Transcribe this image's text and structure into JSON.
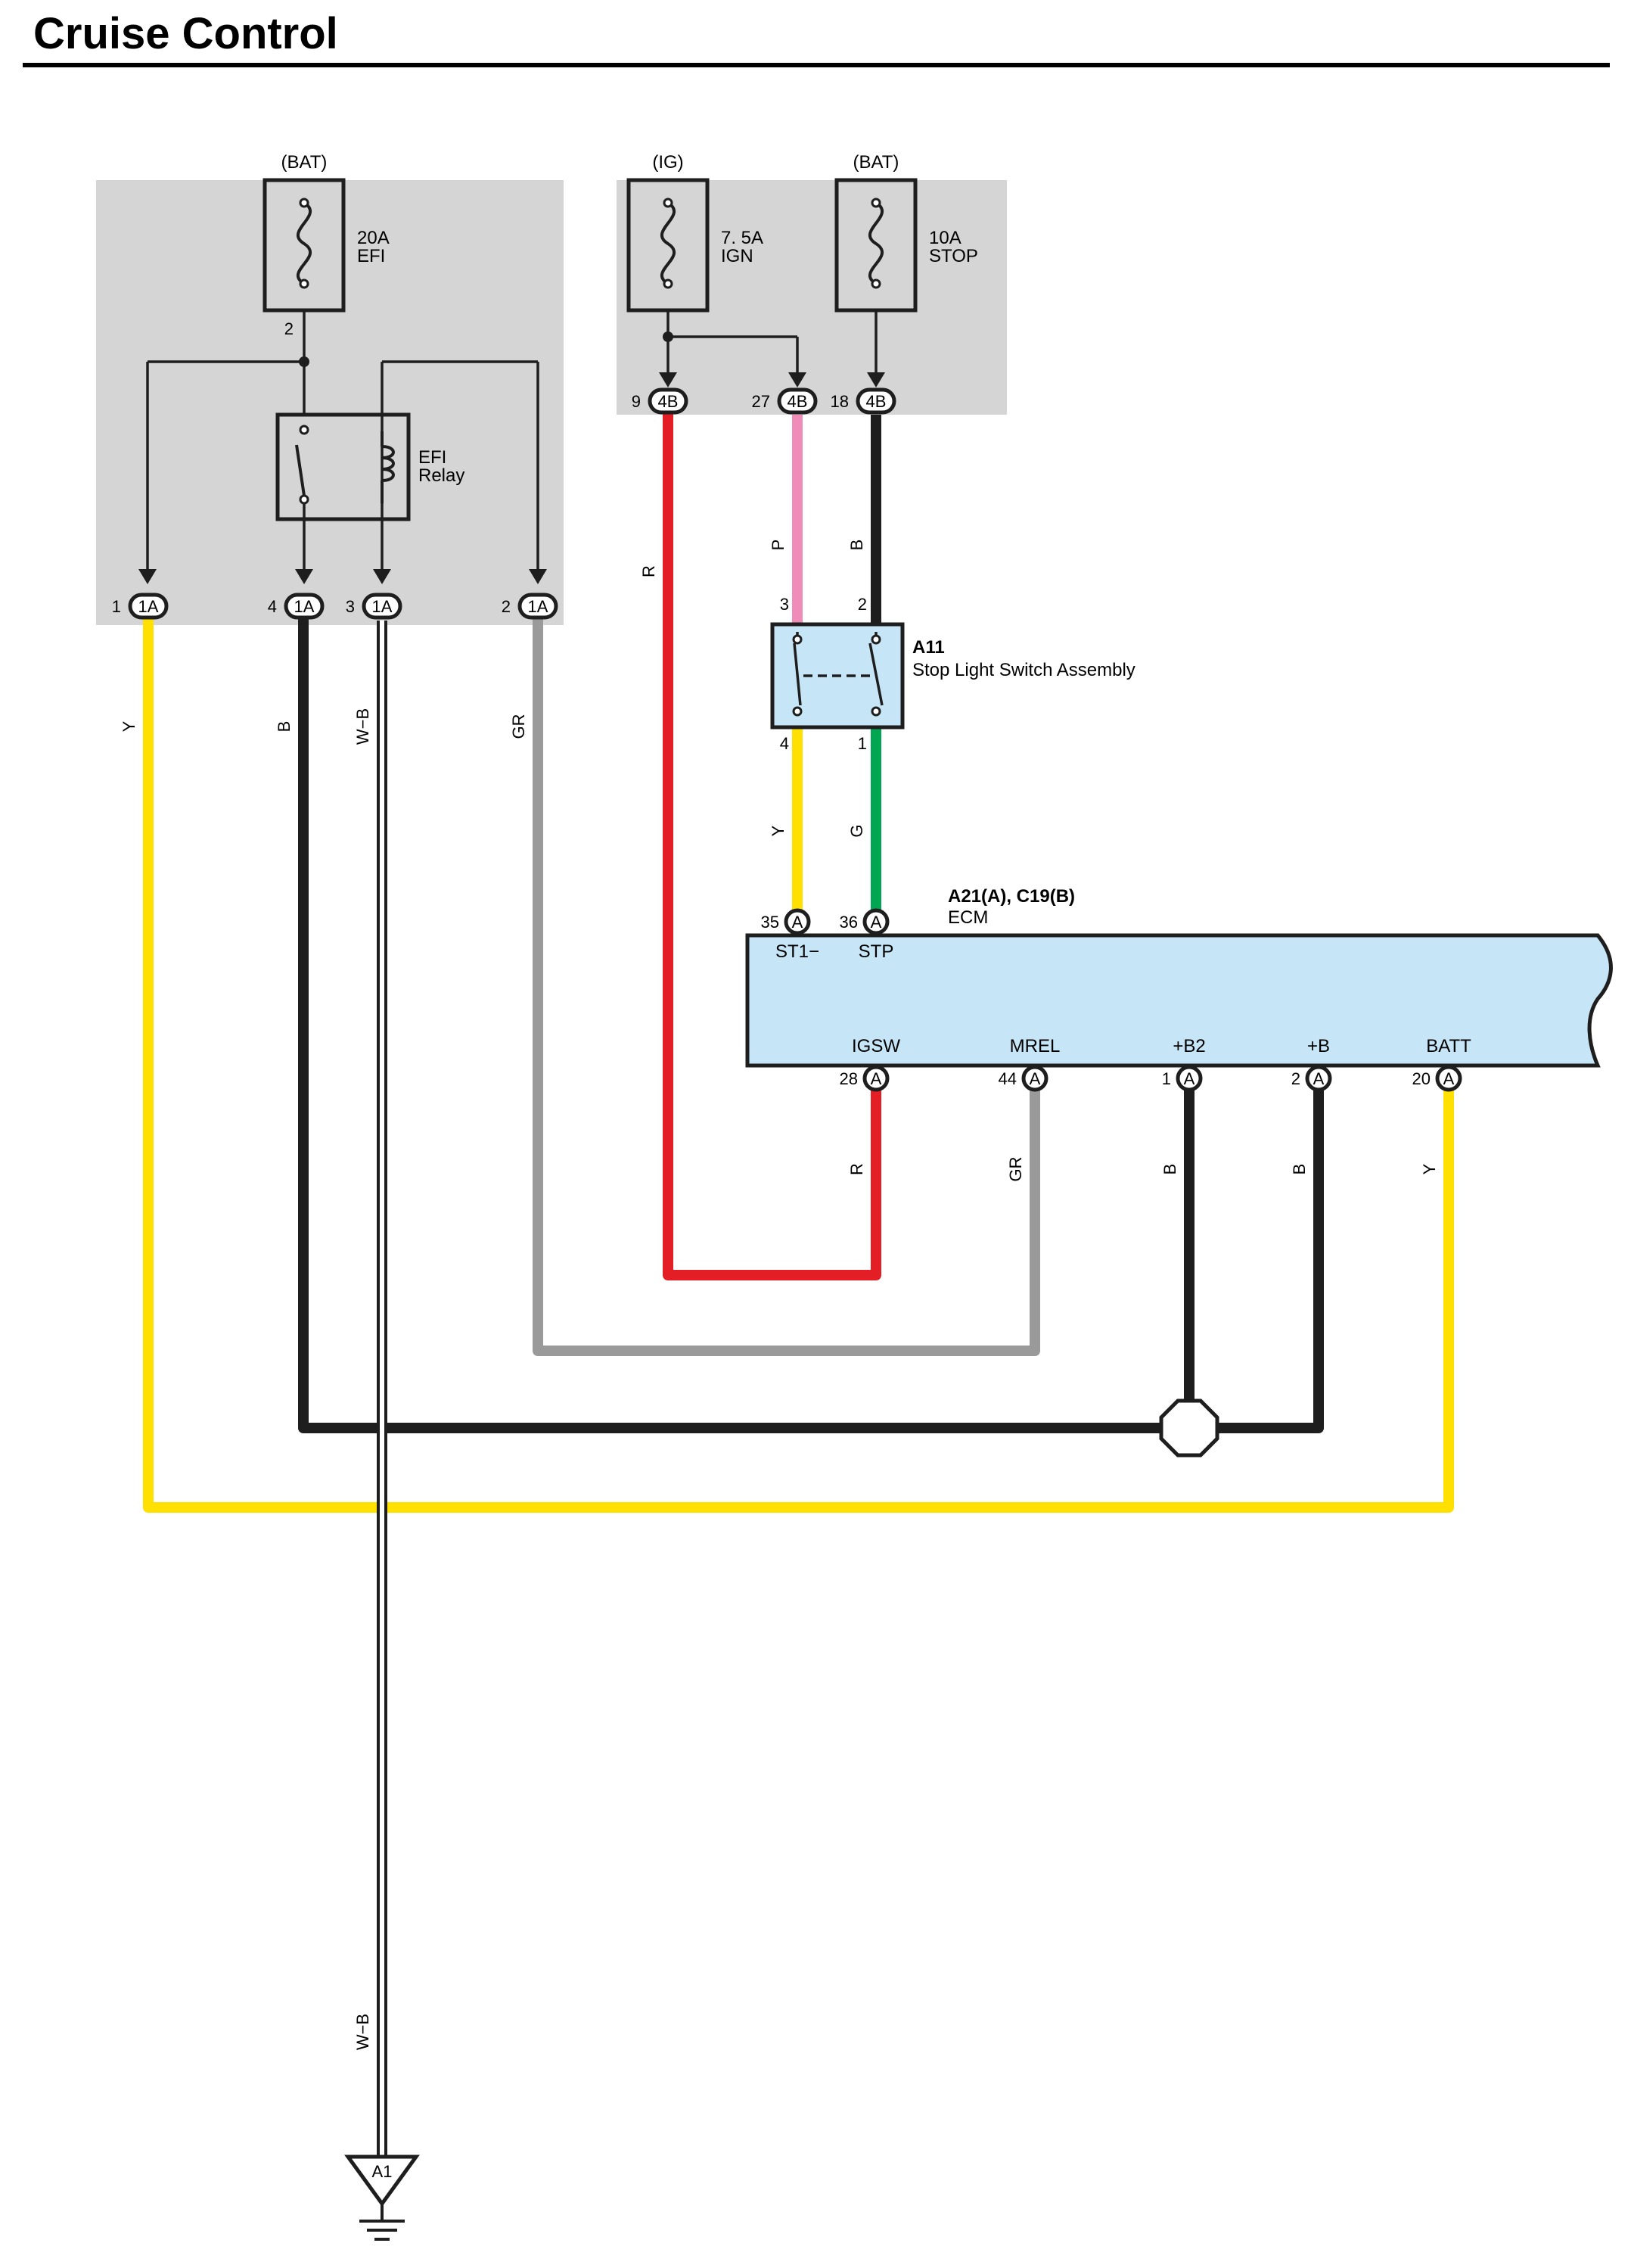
{
  "title": "Cruise Control",
  "colors": {
    "panel": "#d5d5d6",
    "ecm_fill": "#c6e6f8",
    "switch_fill": "#c6e6f8",
    "wire_Y": "#ffe000",
    "wire_B": "#1e1e1e",
    "wire_WB": "#ffffff",
    "wire_GR": "#9a9a9a",
    "wire_R": "#e31e24",
    "wire_P": "#f08cb8",
    "wire_G": "#00a651"
  },
  "fuses": [
    {
      "id": "efi",
      "source": "(BAT)",
      "rating": "20A",
      "name": "EFI",
      "pin": "2"
    },
    {
      "id": "ign",
      "source": "(IG)",
      "rating": "7. 5A",
      "name": "IGN"
    },
    {
      "id": "stop",
      "source": "(BAT)",
      "rating": "10A",
      "name": "STOP"
    }
  ],
  "relay": {
    "line1": "EFI",
    "line2": "Relay"
  },
  "junction_1a": [
    {
      "pin": "1",
      "conn": "1A"
    },
    {
      "pin": "4",
      "conn": "1A"
    },
    {
      "pin": "3",
      "conn": "1A"
    },
    {
      "pin": "2",
      "conn": "1A"
    }
  ],
  "junction_4b": [
    {
      "pin": "9",
      "conn": "4B"
    },
    {
      "pin": "27",
      "conn": "4B"
    },
    {
      "pin": "18",
      "conn": "4B"
    }
  ],
  "stop_switch": {
    "id": "A11",
    "name": "Stop Light Switch Assembly",
    "pin_top_left": "3",
    "pin_top_right": "2",
    "pin_bottom_left": "4",
    "pin_bottom_right": "1"
  },
  "ecm": {
    "id": "A21(A), C19(B)",
    "name": "ECM",
    "top_pins": [
      {
        "num": "35",
        "conn": "A",
        "name": "ST1−"
      },
      {
        "num": "36",
        "conn": "A",
        "name": "STP"
      }
    ],
    "bottom_pins": [
      {
        "num": "28",
        "conn": "A",
        "name": "IGSW"
      },
      {
        "num": "44",
        "conn": "A",
        "name": "MREL"
      },
      {
        "num": "1",
        "conn": "A",
        "name": "+B2"
      },
      {
        "num": "2",
        "conn": "A",
        "name": "+B"
      },
      {
        "num": "20",
        "conn": "A",
        "name": "BATT"
      }
    ]
  },
  "wire_labels": {
    "y1": "Y",
    "b1": "B",
    "wb1": "W−B",
    "gr1": "GR",
    "r1": "R",
    "p1": "P",
    "b2": "B",
    "y2": "Y",
    "g1": "G",
    "r2": "R",
    "gr2": "GR",
    "b3": "B",
    "b4": "B",
    "y3": "Y",
    "wb2": "W−B"
  },
  "ground": {
    "id": "A1"
  }
}
